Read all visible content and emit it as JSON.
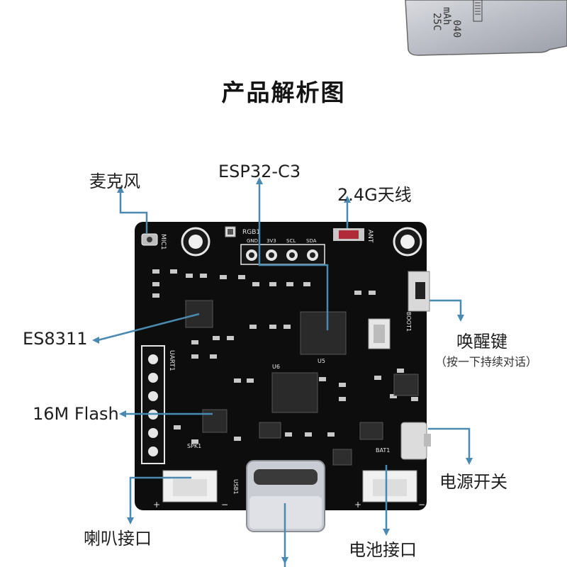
{
  "heading": "产品解析图",
  "battery": {
    "line1": "040",
    "line2": "mAh",
    "line3": "25C"
  },
  "board_silkscreen": {
    "rgb": "RGB1",
    "header_pins": [
      "GND",
      "3V3",
      "SCL",
      "SDA"
    ],
    "uart": "UART1",
    "mic": "MIC1",
    "antenna": "ANT",
    "boot": "BOOT1",
    "speaker": "SPK1",
    "battery_conn": "BAT1",
    "usb": "USB1",
    "u5": "U5",
    "u6": "U6",
    "plus": "+",
    "minus": "−"
  },
  "callouts": {
    "microphone": "麦克风",
    "esp32": "ESP32-C3",
    "antenna": "2.4G天线",
    "es8311": "ES8311",
    "wake_key": "唤醒键",
    "wake_key_note": "（按一下持续对话）",
    "flash": "16M Flash",
    "power_switch": "电源开关",
    "speaker_port": "喇叭接口",
    "battery_port": "电池接口"
  },
  "colors": {
    "board": "#0d0d0d",
    "callout_line": "#4a8ab0",
    "chip": "#2a2a2a"
  }
}
